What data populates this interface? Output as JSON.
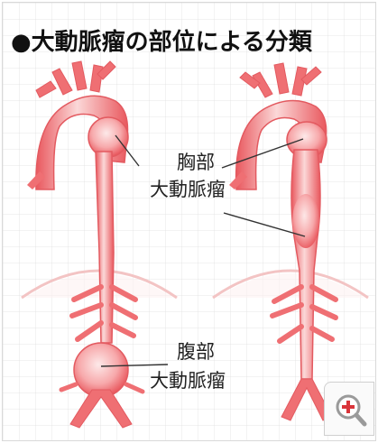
{
  "title": "●大動脈瘤の部位による分類",
  "labels": {
    "thoracic_line1": "胸部",
    "thoracic_line2": "大動脈瘤",
    "abdominal_line1": "腹部",
    "abdominal_line2": "大動脈瘤"
  },
  "icons": {
    "zoom": "magnifier-plus-icon"
  },
  "colors": {
    "artery_fill": "#ef6f73",
    "artery_highlight": "#fbd8d8",
    "artery_outline": "#e35a60",
    "diaphragm": "#f3c4c4",
    "leader_line": "#333333"
  }
}
